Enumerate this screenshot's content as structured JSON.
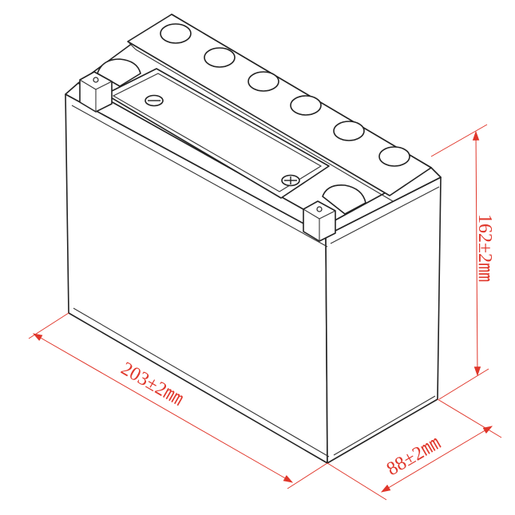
{
  "diagram": {
    "dimensions": {
      "length": "203±2㎜",
      "width": "88±2㎜",
      "height": "162±2㎜"
    },
    "colors": {
      "dimension": "#e0362a",
      "line": "#222222",
      "background": "#ffffff"
    },
    "terminal_markings": {
      "negative": "−",
      "positive": "+"
    }
  }
}
